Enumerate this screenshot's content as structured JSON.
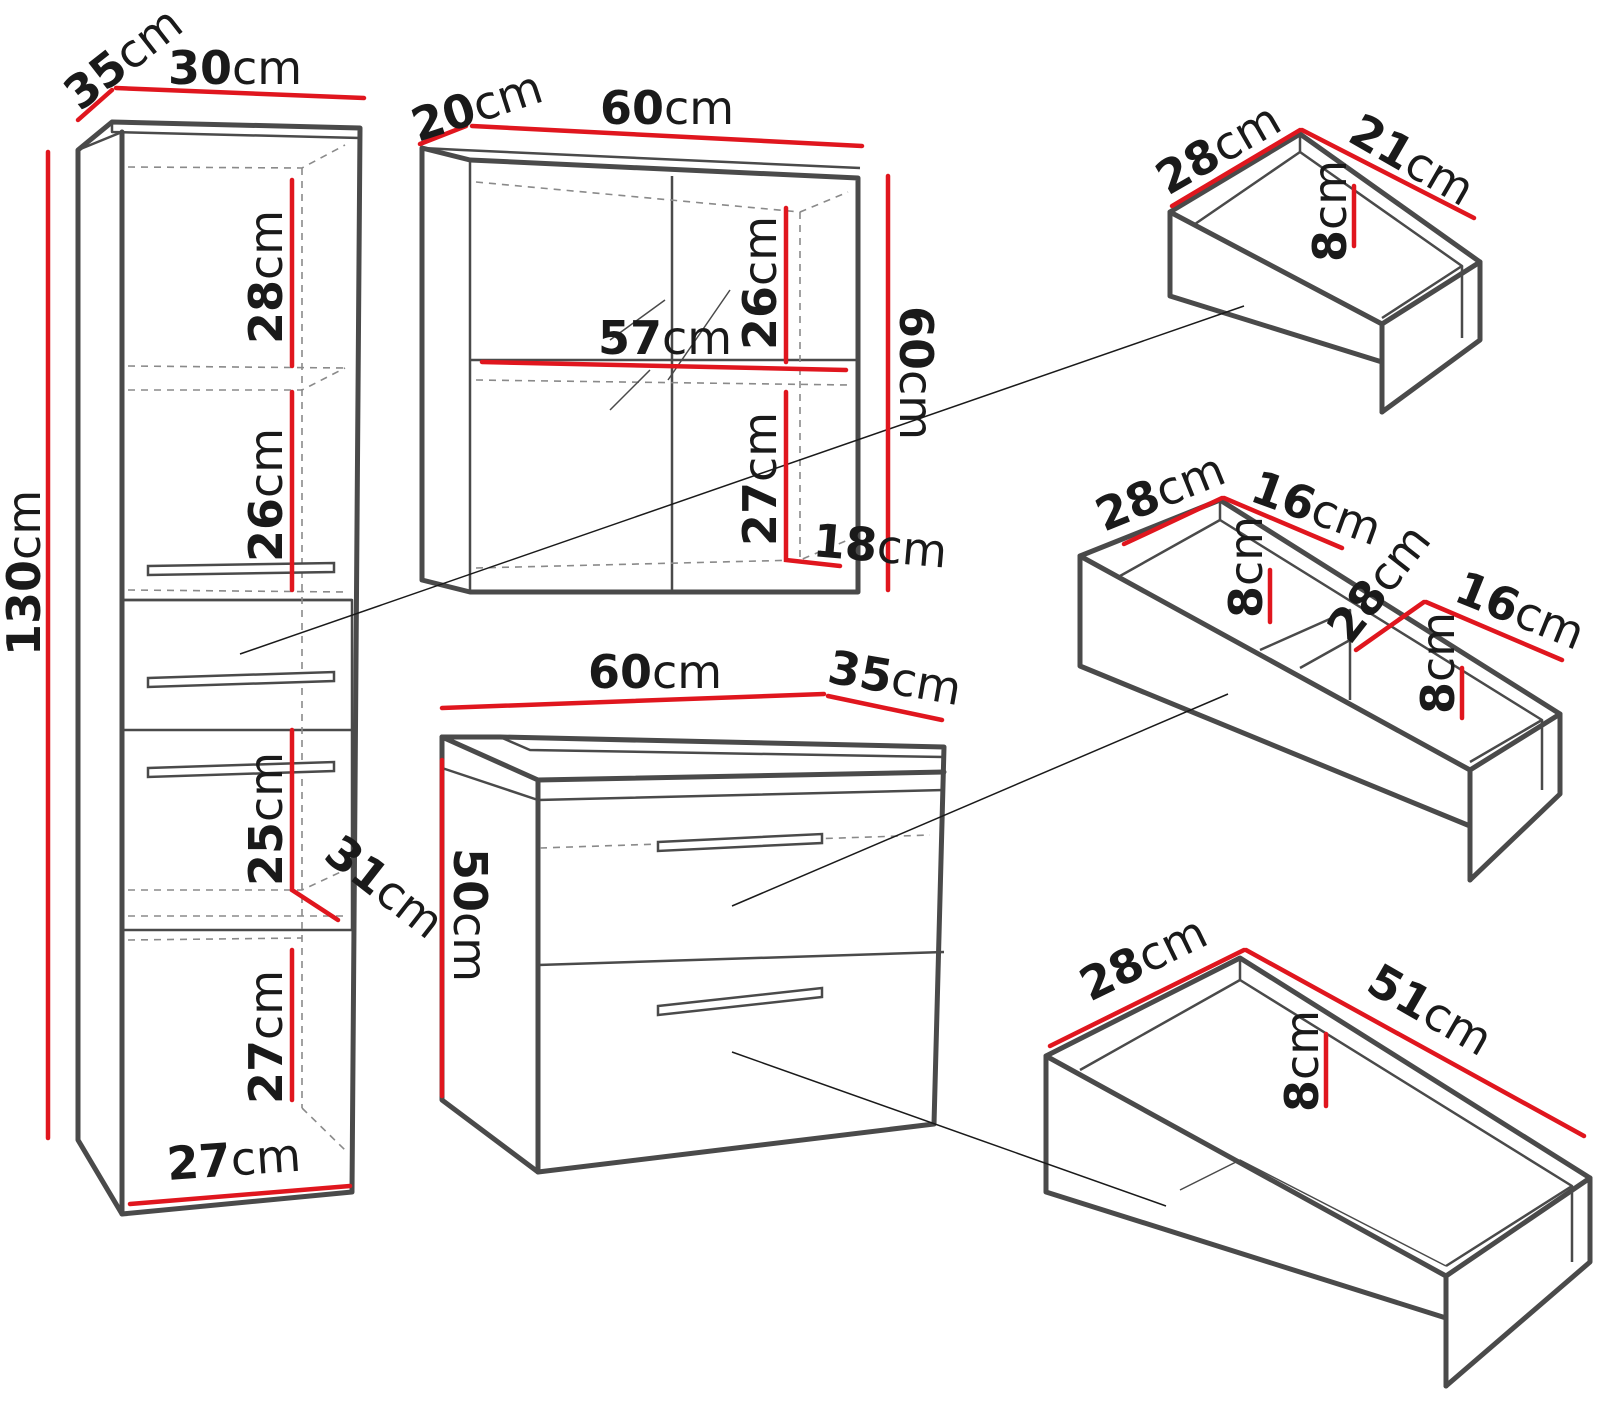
{
  "colors": {
    "dimension_line": "#e0161e",
    "outline": "#4a4a4a",
    "text": "#1a1a1a",
    "background": "#ffffff"
  },
  "tall_cabinet": {
    "depth": {
      "num": "35",
      "unit": "cm"
    },
    "width": {
      "num": "30",
      "unit": "cm"
    },
    "height": {
      "num": "130",
      "unit": "cm"
    },
    "shelf_1": {
      "num": "28",
      "unit": "cm"
    },
    "shelf_2": {
      "num": "26",
      "unit": "cm"
    },
    "shelf_3": {
      "num": "25",
      "unit": "cm"
    },
    "shelf_depth": {
      "num": "31",
      "unit": "cm"
    },
    "shelf_4": {
      "num": "27",
      "unit": "cm"
    },
    "inner_width": {
      "num": "27",
      "unit": "cm"
    }
  },
  "wall_cabinet": {
    "depth": {
      "num": "20",
      "unit": "cm"
    },
    "width": {
      "num": "60",
      "unit": "cm"
    },
    "inner_width": {
      "num": "57",
      "unit": "cm"
    },
    "upper_shelf": {
      "num": "26",
      "unit": "cm"
    },
    "lower_shelf": {
      "num": "27",
      "unit": "cm"
    },
    "shelf_depth": {
      "num": "18",
      "unit": "cm"
    },
    "height": {
      "num": "60",
      "unit": "cm"
    }
  },
  "vanity": {
    "width": {
      "num": "60",
      "unit": "cm"
    },
    "depth": {
      "num": "35",
      "unit": "cm"
    },
    "height": {
      "num": "50",
      "unit": "cm"
    }
  },
  "drawer_small": {
    "depth": {
      "num": "28",
      "unit": "cm"
    },
    "width": {
      "num": "21",
      "unit": "cm"
    },
    "height": {
      "num": "8",
      "unit": "cm"
    }
  },
  "drawer_split": {
    "left_depth": {
      "num": "28",
      "unit": "cm"
    },
    "left_width": {
      "num": "16",
      "unit": "cm"
    },
    "left_height": {
      "num": "8",
      "unit": "cm"
    },
    "right_depth": {
      "num": "28",
      "unit": "cm"
    },
    "right_width": {
      "num": "16",
      "unit": "cm"
    },
    "right_height": {
      "num": "8",
      "unit": "cm"
    }
  },
  "drawer_large": {
    "depth": {
      "num": "28",
      "unit": "cm"
    },
    "width": {
      "num": "51",
      "unit": "cm"
    },
    "height": {
      "num": "8",
      "unit": "cm"
    }
  }
}
